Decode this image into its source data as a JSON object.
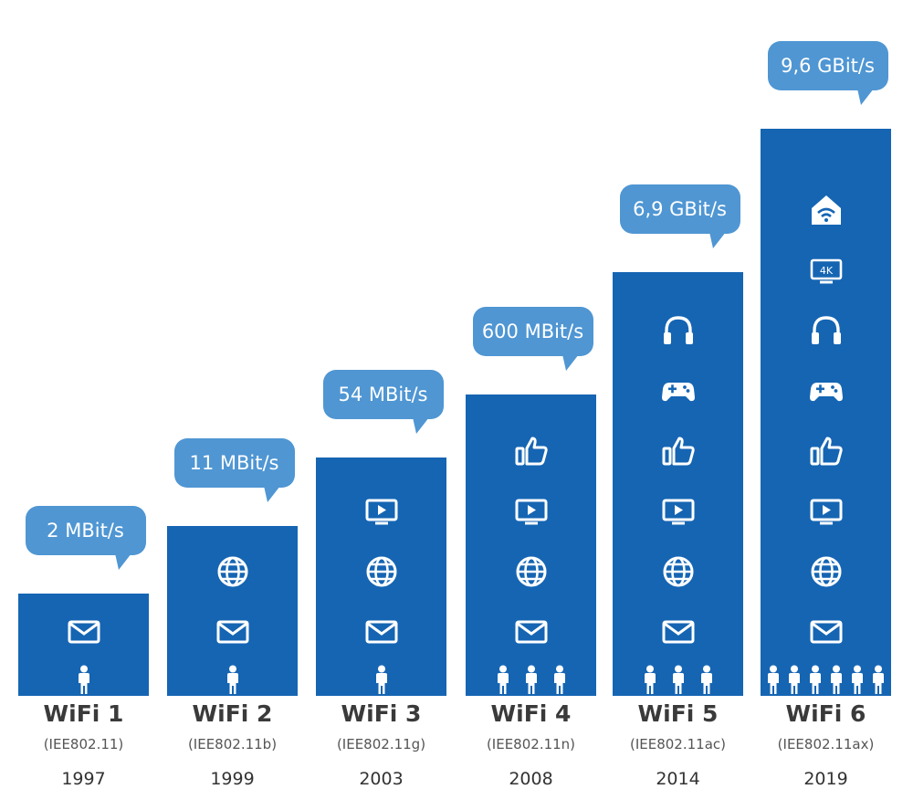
{
  "chart_data": {
    "type": "bar",
    "categories": [
      "WiFi 1",
      "WiFi 2",
      "WiFi 3",
      "WiFi 4",
      "WiFi 5",
      "WiFi 6"
    ],
    "standards": [
      "(IEE802.11)",
      "(IEE802.11b)",
      "(IEE802.11g)",
      "(IEE802.11n)",
      "(IEE802.11ac)",
      "(IEE802.11ax)"
    ],
    "years": [
      "1997",
      "1999",
      "2003",
      "2008",
      "2014",
      "2019"
    ],
    "speed_labels": [
      "2 MBit/s",
      "11 MBit/s",
      "54 MBit/s",
      "600 MBit/s",
      "6,9 GBit/s",
      "9,6 GBit/s"
    ],
    "icon_counts": [
      1,
      2,
      3,
      4,
      6,
      8
    ],
    "user_counts": [
      1,
      1,
      1,
      3,
      3,
      6
    ],
    "icons": [
      "mail-icon",
      "globe-icon",
      "tv-icon",
      "thumbs-up-icon",
      "gamepad-icon",
      "headphones-icon",
      "4k-tv-icon",
      "smart-home-wifi-icon"
    ],
    "user_icon": "person-icon",
    "colors": {
      "bar": "#1565b3",
      "bubble": "#4f96d3",
      "text": "#3a3a3a"
    }
  }
}
